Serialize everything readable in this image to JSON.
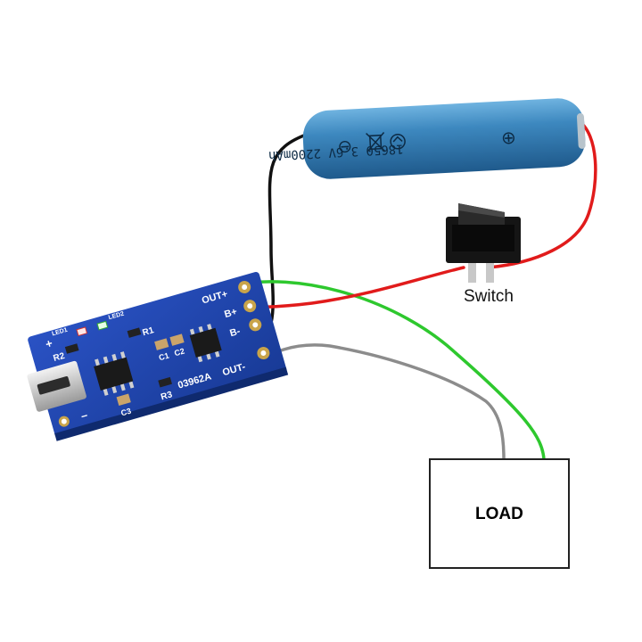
{
  "components": {
    "battery": {
      "label": "18650 3.6V 2200mAh",
      "minus_symbol": "⊖",
      "plus_symbol": "⊕"
    },
    "switch": {
      "label": "Switch"
    },
    "load": {
      "label": "LOAD"
    },
    "board": {
      "chip_label": "03962A",
      "terminals": {
        "out_plus": "OUT+",
        "b_plus": "B+",
        "b_minus": "B-",
        "out_minus": "OUT-"
      },
      "silkscreen": {
        "plus": "+",
        "minus": "–",
        "r1": "R1",
        "r2": "R2",
        "r3": "R3",
        "c1": "C1",
        "c2": "C2",
        "c3": "C3",
        "led1": "LED1",
        "led2": "LED2"
      }
    }
  },
  "colors": {
    "pcb": "#1f3fa0",
    "battery_body": "#3d88bf",
    "wire_black": "#111111",
    "wire_red": "#e11b1b",
    "wire_green": "#2ec82e",
    "wire_gray": "#8c8c8c",
    "switch_body": "#151515",
    "pad_gold": "#c9a44a"
  }
}
